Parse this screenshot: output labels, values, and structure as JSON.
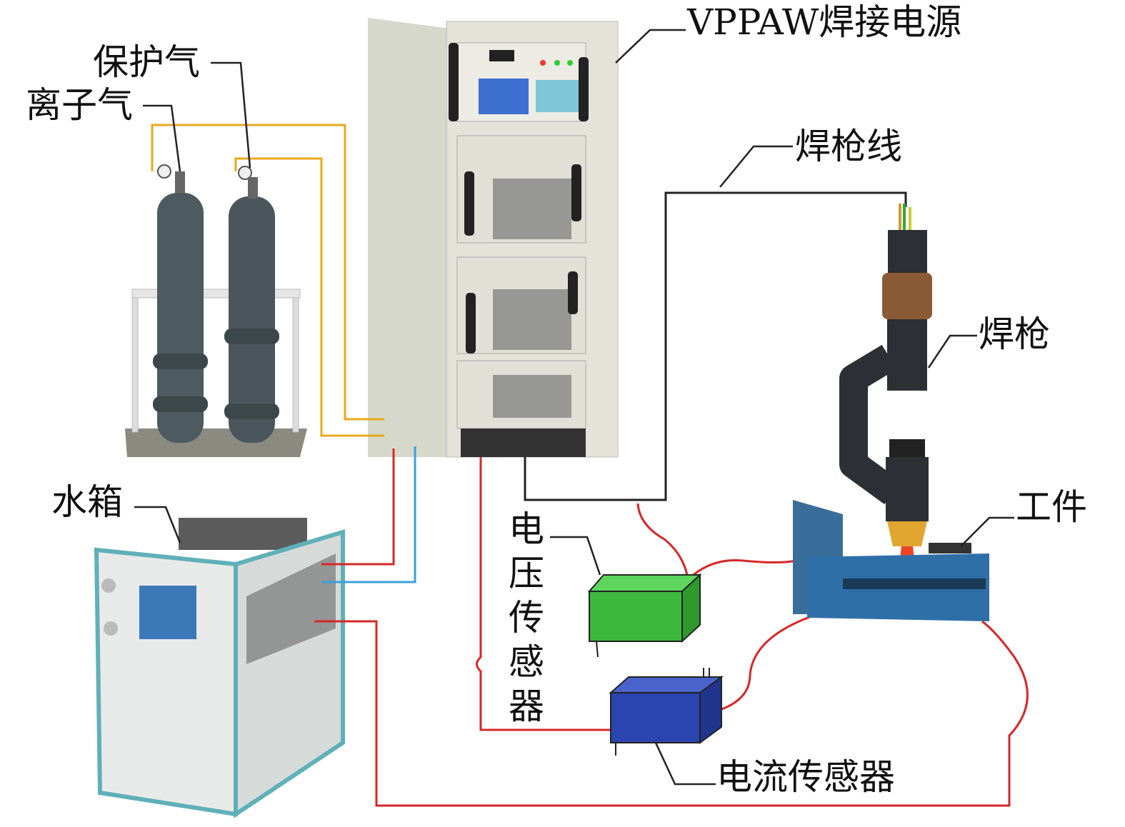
{
  "labels": {
    "power_supply": "VPPAW焊接电源",
    "shield_gas": "保护气",
    "plasma_gas": "离子气",
    "torch_cable": "焊枪线",
    "torch": "焊枪",
    "workpiece": "工件",
    "water_tank": "水箱",
    "voltage_sensor": "电压传感器",
    "current_sensor": "电流传感器"
  },
  "colors": {
    "gas_line": "#e8a91c",
    "water_out": "#d62828",
    "water_in": "#3aa0d8",
    "power_line": "#d62828",
    "signal_line": "#222222",
    "voltage_sensor": "#3cb83c",
    "current_sensor": "#2a45b0"
  }
}
